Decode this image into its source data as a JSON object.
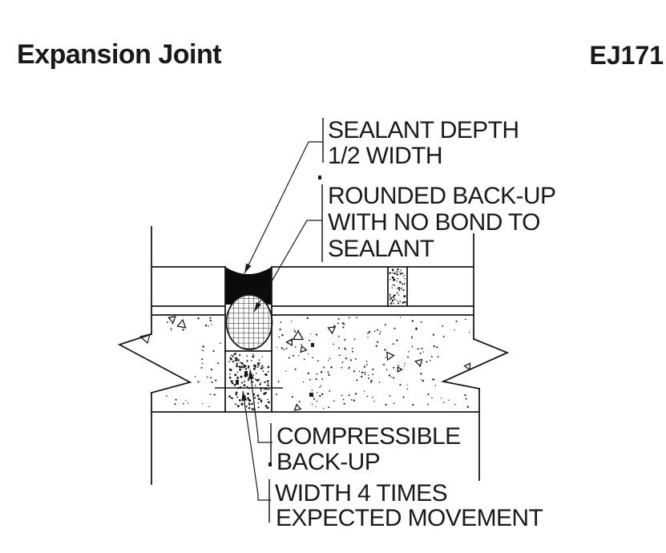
{
  "header": {
    "title": "Expansion Joint",
    "code": "EJ171"
  },
  "callouts": {
    "sealant_depth": {
      "line1": "SEALANT DEPTH",
      "line2": "1/2 WIDTH"
    },
    "rounded_backup": {
      "line1": "ROUNDED BACK-UP",
      "line2": "WITH NO BOND TO",
      "line3": "SEALANT"
    },
    "compressible_backup": {
      "line1": "COMPRESSIBLE",
      "line2": "BACK-UP"
    },
    "joint_width": {
      "line1": "WIDTH 4 TIMES",
      "line2": "EXPECTED MOVEMENT"
    }
  },
  "colors": {
    "ink": "#1a1a1a",
    "paper": "#ffffff",
    "sealant_fill": "#0b0b0b"
  }
}
